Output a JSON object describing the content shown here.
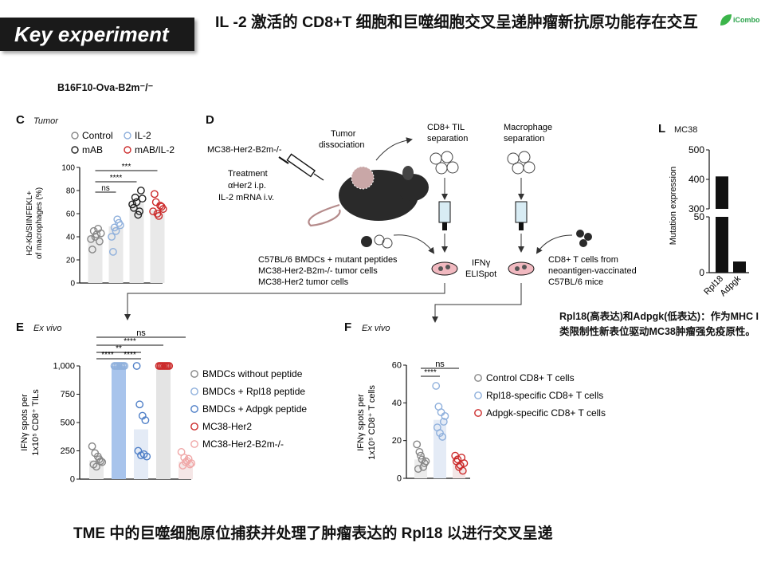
{
  "slide": {
    "banner": "Key experiment",
    "headline": "IL -2 激活的 CD8+T 细胞和巨噬细胞交叉呈递肿瘤新抗原功能存在交互",
    "logo_text": "iCombo",
    "model": "B16F10-Ova-B2m⁻/⁻",
    "note": "Rpl18(高表达)和Adpgk(低表达)：作为MHC I类限制性新表位驱动MC38肿瘤强免疫原性。",
    "footer": "TME 中的巨噬细胞原位捕获并处理了肿瘤表达的 Rpl18 以进行交叉呈递"
  },
  "panelC": {
    "letter": "C",
    "subtitle": "Tumor",
    "legend": [
      "Control",
      "IL-2",
      "mAB",
      "mAB/IL-2"
    ],
    "ylabel1": "H2-Kb/SIINFEKL+",
    "ylabel2": "of macrophages (%)",
    "sig": [
      "ns",
      "****",
      "***"
    ]
  },
  "panelD": {
    "letter": "D",
    "mouse_label": "MC38-Her2-B2m-/-",
    "treatment": [
      "Treatment",
      "αHer2 i.p.",
      "IL-2 mRNA i.v."
    ],
    "tumor_dissociation": [
      "Tumor",
      "dissociation"
    ],
    "til_sep": [
      "CD8+ TIL",
      "separation"
    ],
    "mac_sep": [
      "Macrophage",
      "separation"
    ],
    "left_cells": [
      "C57BL/6 BMDCs + mutant peptides",
      "MC38-Her2-B2m-/- tumor cells",
      "MC38-Her2 tumor cells"
    ],
    "elispot": [
      "IFNγ",
      "ELISpot"
    ],
    "right_cells": [
      "CD8+ T cells from",
      "neoantigen-vaccinated",
      "C57BL/6 mice"
    ]
  },
  "panelE": {
    "letter": "E",
    "subtitle": "Ex vivo",
    "ylabel1": "IFNγ spots per",
    "ylabel2": "1x10⁵ CD8⁺ TILs",
    "legend": [
      "BMDCs without peptide",
      "BMDCs + Rpl18 peptide",
      "BMDCs + Adpgk peptide",
      "MC38-Her2",
      "MC38-Her2-B2m-/-"
    ],
    "sig": [
      "ns",
      "****",
      "**",
      "****",
      "****"
    ]
  },
  "panelF": {
    "letter": "F",
    "subtitle": "Ex vivo",
    "ylabel1": "IFNγ spots per",
    "ylabel2": "1x10⁵ CD8⁺ T cells",
    "legend": [
      "Control CD8+ T cells",
      "Rpl18-specific CD8+ T cells",
      "Adpgk-specific CD8+ T cells"
    ],
    "sig": [
      "ns",
      "****"
    ]
  },
  "panelL": {
    "letter": "L",
    "subtitle": "MC38",
    "ylabel": "Mutation expression"
  },
  "colors": {
    "ctrl": "#888888",
    "il2": "#8fb0dc",
    "mab": "#222222",
    "mabil2": "#cc2b2b",
    "blue": "#4f7fc7",
    "pink": "#f0a8a8",
    "barE_blue": "#a8c4ec"
  },
  "chart_data": [
    {
      "id": "C",
      "type": "bar",
      "categories": [
        "Control",
        "IL-2",
        "mAB",
        "mAB/IL-2"
      ],
      "values": [
        41,
        49,
        69,
        63
      ],
      "points": [
        [
          38,
          45,
          42,
          36,
          29,
          40,
          47,
          43
        ],
        [
          40,
          48,
          55,
          50,
          27,
          45,
          52
        ],
        [
          68,
          74,
          59,
          80,
          65,
          70,
          62,
          73
        ],
        [
          62,
          70,
          58,
          66,
          77,
          60,
          67,
          64
        ]
      ],
      "ylim": [
        0,
        100
      ],
      "yticks": [
        0,
        20,
        40,
        60,
        80,
        100
      ],
      "ylabel": "H2-Kb/SIINFEKL+ of macrophages (%)"
    },
    {
      "id": "E",
      "type": "bar",
      "categories": [
        "BMDCs without peptide",
        "BMDCs + Rpl18 peptide",
        "BMDCs + Adpgk peptide",
        "MC38-Her2",
        "MC38-Her2-B2m-/-"
      ],
      "values": [
        165,
        1000,
        440,
        1000,
        155
      ],
      "points": [
        [
          290,
          230,
          200,
          160,
          130,
          110,
          175,
          150
        ],
        [
          1000,
          1000,
          1000,
          1000,
          1000,
          1000,
          1000,
          1000
        ],
        [
          1000,
          660,
          560,
          520,
          250,
          210,
          220,
          200
        ],
        [
          1000,
          1000,
          1000,
          1000,
          1000,
          1000,
          1000,
          1000
        ],
        [
          240,
          190,
          160,
          130,
          120,
          150,
          180,
          140
        ]
      ],
      "ylim": [
        0,
        1000
      ],
      "yticks": [
        0,
        250,
        500,
        750,
        1000
      ],
      "ylabel": "IFNγ spots per 1x10⁵ CD8⁺ TILs"
    },
    {
      "id": "F",
      "type": "bar",
      "categories": [
        "Control CD8+ T cells",
        "Rpl18-specific CD8+ T cells",
        "Adpgk-specific CD8+ T cells"
      ],
      "values": [
        10,
        31,
        8
      ],
      "points": [
        [
          18,
          14,
          10,
          8,
          5,
          12,
          6,
          9
        ],
        [
          49,
          38,
          35,
          30,
          27,
          24,
          22,
          33
        ],
        [
          12,
          10,
          7,
          4,
          9,
          6,
          11,
          8
        ]
      ],
      "ylim": [
        0,
        60
      ],
      "yticks": [
        0,
        20,
        40,
        60
      ],
      "ylabel": "IFNγ spots per 1x10⁵ CD8⁺ T cells"
    },
    {
      "id": "L",
      "type": "bar",
      "categories": [
        "Rpl18",
        "Adpgk"
      ],
      "values": [
        410,
        10
      ],
      "yticks_lower": [
        0,
        50
      ],
      "yticks_upper": [
        300,
        400,
        500
      ],
      "ylabel": "Mutation expression",
      "broken_axis": true
    }
  ]
}
